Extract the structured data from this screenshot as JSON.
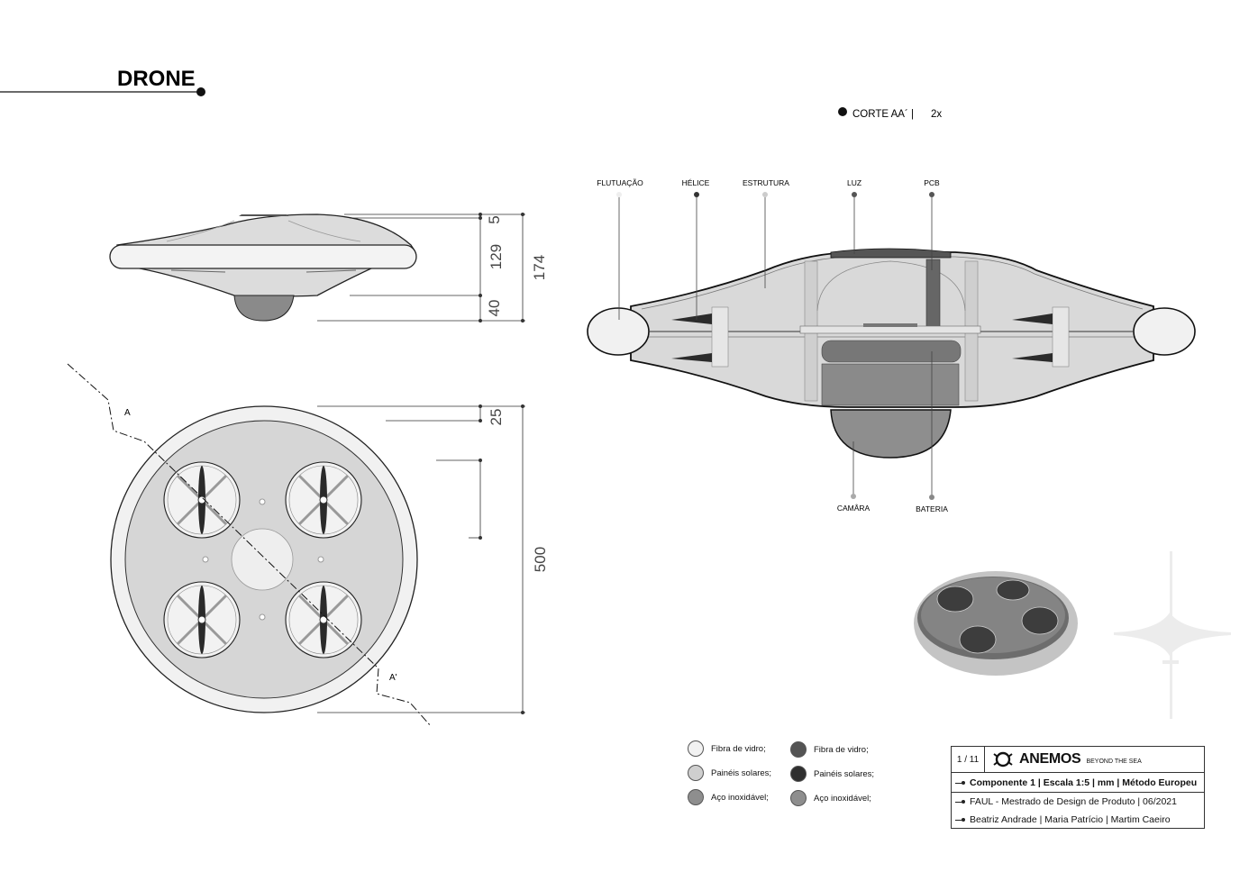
{
  "title": "DRONE",
  "section": {
    "label": "CORTE AA´ |",
    "scale": "2x"
  },
  "callouts": {
    "top": [
      "FLUTUAÇÃO",
      "HÉLICE",
      "ESTRUTURA",
      "LUZ",
      "PCB"
    ],
    "bottom": [
      "CAMÂRA",
      "BATERIA"
    ]
  },
  "dimensions": {
    "side": [
      "5",
      "129",
      "40",
      "174"
    ],
    "top": [
      "25",
      "500"
    ]
  },
  "section_marks": {
    "start": "A",
    "end": "A'"
  },
  "legend": {
    "left": [
      {
        "label": "Fibra de vidro;",
        "color": "#f2f2f2"
      },
      {
        "label": "Painéis solares;",
        "color": "#cfcfcf"
      },
      {
        "label": "Aço inoxidável;",
        "color": "#8e8e8e"
      }
    ],
    "right": [
      {
        "label": "Fibra de vidro;",
        "color": "#545454"
      },
      {
        "label": "Painéis solares;",
        "color": "#2f2f2f"
      },
      {
        "label": "Aço inoxidável;",
        "color": "#8e8e8e"
      }
    ]
  },
  "title_block": {
    "page": "1 / 11",
    "brand": "ANEMOS",
    "tagline": "BEYOND THE SEA",
    "spec": "Componente 1   |  Escala 1:5  |  mm  |  Método Europeu",
    "school": "FAUL - Mestrado de Design de Produto  | 06/2021",
    "authors": "Beatriz Andrade  |  Maria Patrício  |  Martim Caeiro"
  }
}
